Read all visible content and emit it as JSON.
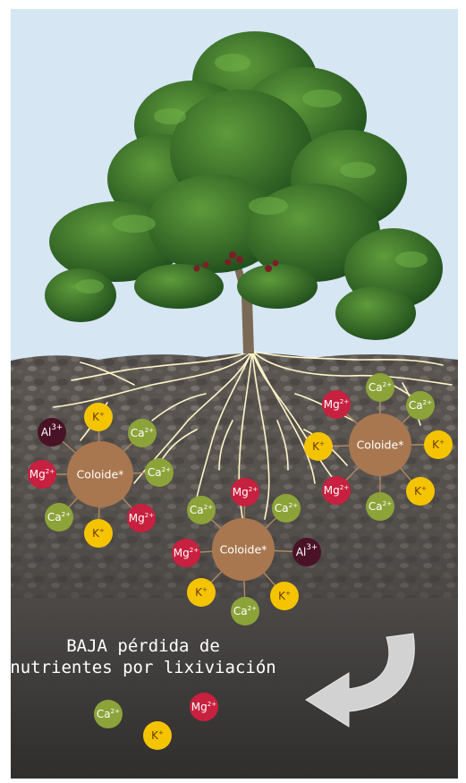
{
  "caption": {
    "line1": "BAJA pérdida de",
    "line2": "nutrientes por lixiviación"
  },
  "colloid_label": "Coloide*",
  "ions": {
    "K": {
      "base": "K",
      "sup": "+"
    },
    "Ca": {
      "base": "Ca",
      "sup": "2+"
    },
    "Mg": {
      "base": "Mg",
      "sup": "2+"
    },
    "Al": {
      "base": "Al",
      "sup": "3+"
    }
  },
  "colors": {
    "sky": "#d6e6f3",
    "soil_dark": "#3b3937",
    "colloid": "#a8774f",
    "K": "#f5c400",
    "Ca": "#8ca33a",
    "Mg": "#c8203f",
    "Al": "#4a1226",
    "root": "#fff6c8",
    "arrow": "#d2d2d2"
  },
  "icons": {
    "tree": "coffee-tree-icon",
    "arrow": "curved-arrow-icon"
  }
}
